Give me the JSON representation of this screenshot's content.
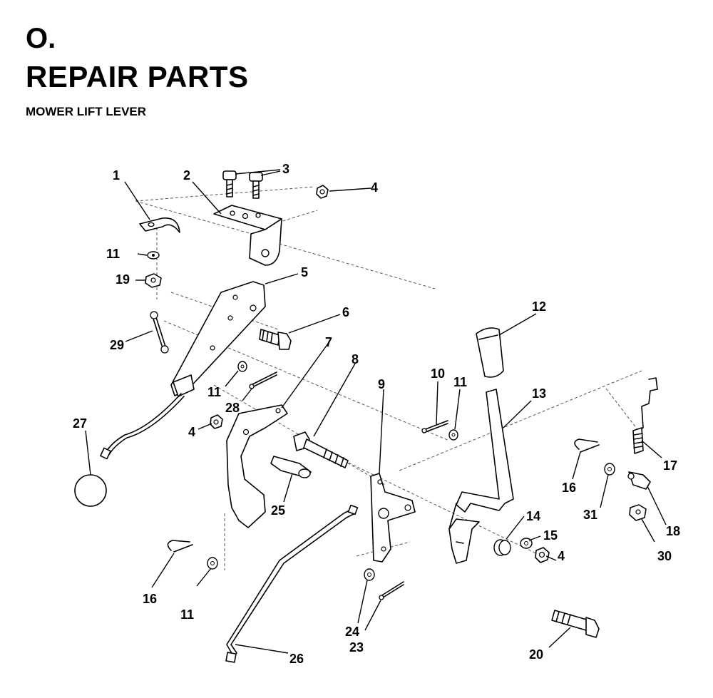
{
  "header": {
    "section": "O.",
    "title": "REPAIR PARTS",
    "subtitle": "MOWER LIFT LEVER"
  },
  "callouts": [
    "1",
    "2",
    "3",
    "4",
    "5",
    "6",
    "7",
    "8",
    "9",
    "10",
    "11",
    "12",
    "13",
    "11",
    "29",
    "19",
    "11",
    "28",
    "27",
    "4",
    "25",
    "16",
    "11",
    "24",
    "23",
    "26",
    "20",
    "14",
    "15",
    "4",
    "16",
    "31",
    "17",
    "18",
    "30"
  ],
  "colors": {
    "ink": "#000000",
    "paper": "#ffffff"
  }
}
